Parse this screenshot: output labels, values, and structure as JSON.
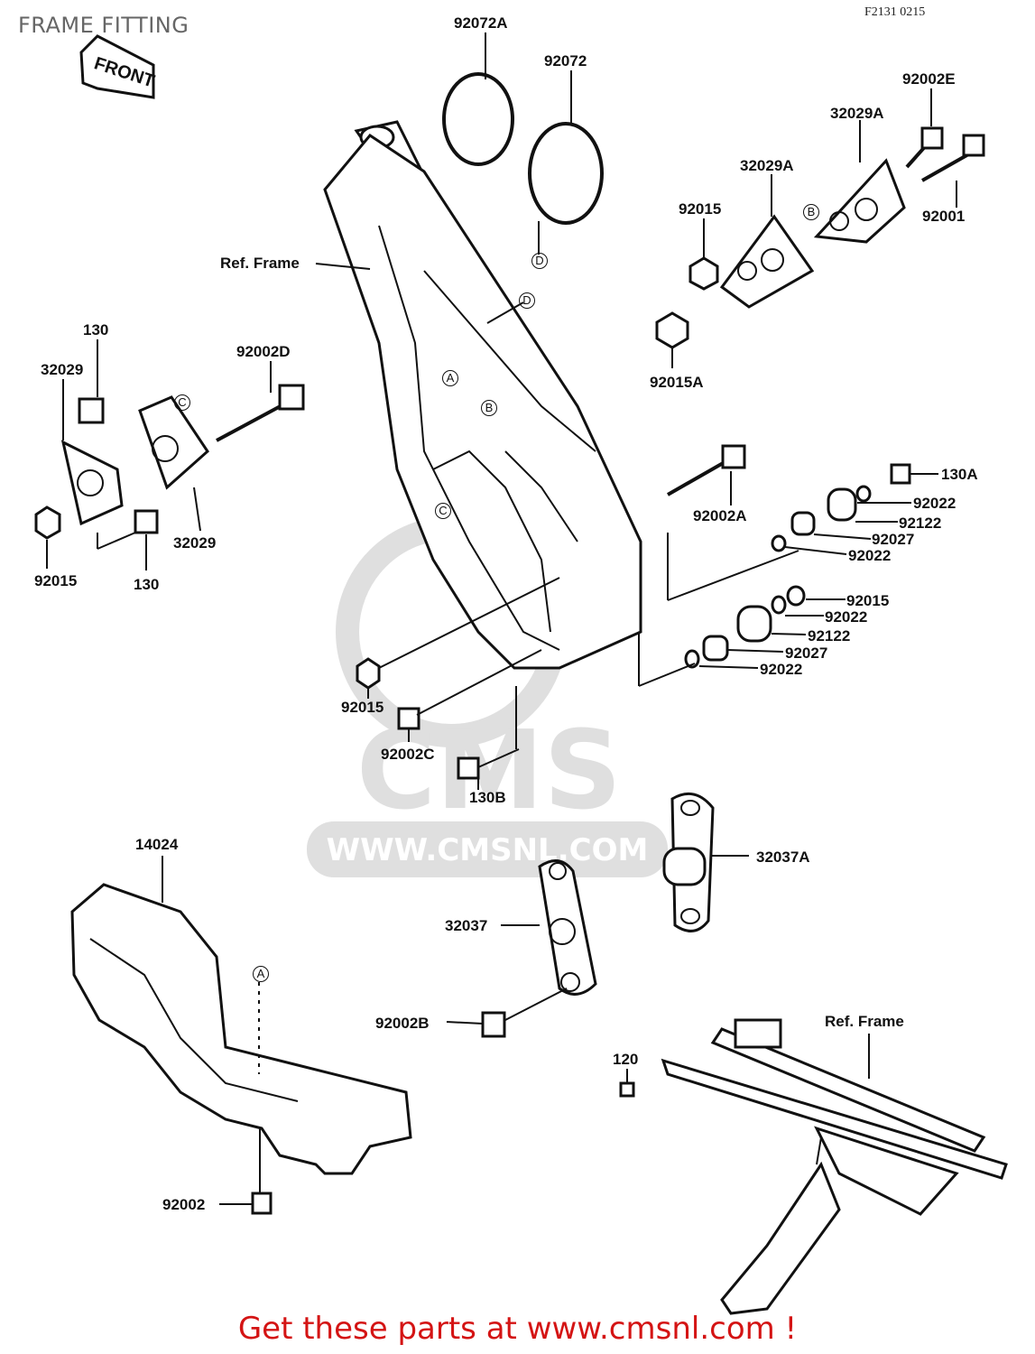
{
  "header": {
    "title": "FRAME FITTING",
    "code": "F2131 0215"
  },
  "front_label": "FRONT",
  "watermark": {
    "logo": "CMS",
    "url": "WWW.CMSNL.COM"
  },
  "labels": [
    {
      "id": "92072A",
      "text": "92072A"
    },
    {
      "id": "92072",
      "text": "92072"
    },
    {
      "id": "92002E",
      "text": "92002E"
    },
    {
      "id": "32029A_top",
      "text": "32029A"
    },
    {
      "id": "32029A_mid",
      "text": "32029A"
    },
    {
      "id": "92015_top",
      "text": "92015"
    },
    {
      "id": "92001",
      "text": "92001"
    },
    {
      "id": "D_top",
      "text": "D"
    },
    {
      "id": "D_frame",
      "text": "D"
    },
    {
      "id": "B_plate",
      "text": "B"
    },
    {
      "id": "ref_frame",
      "text": "Ref. Frame"
    },
    {
      "id": "92015A",
      "text": "92015A"
    },
    {
      "id": "130_top",
      "text": "130"
    },
    {
      "id": "32029_left",
      "text": "32029"
    },
    {
      "id": "92002D",
      "text": "92002D"
    },
    {
      "id": "C_plate",
      "text": "C"
    },
    {
      "id": "A_frame",
      "text": "A"
    },
    {
      "id": "B_frame",
      "text": "B"
    },
    {
      "id": "C_frame",
      "text": "C"
    },
    {
      "id": "92015_left",
      "text": "92015"
    },
    {
      "id": "130_bottom",
      "text": "130"
    },
    {
      "id": "32029_bottom",
      "text": "32029"
    },
    {
      "id": "130A",
      "text": "130A"
    },
    {
      "id": "92002A",
      "text": "92002A"
    },
    {
      "id": "92022_a",
      "text": "92022"
    },
    {
      "id": "92122_a",
      "text": "92122"
    },
    {
      "id": "92027_a",
      "text": "92027"
    },
    {
      "id": "92022_b",
      "text": "92022"
    },
    {
      "id": "92015_right",
      "text": "92015"
    },
    {
      "id": "92022_c",
      "text": "92022"
    },
    {
      "id": "92122_b",
      "text": "92122"
    },
    {
      "id": "92027_b",
      "text": "92027"
    },
    {
      "id": "92022_d",
      "text": "92022"
    },
    {
      "id": "92015_bottom",
      "text": "92015"
    },
    {
      "id": "92002C",
      "text": "92002C"
    },
    {
      "id": "130B",
      "text": "130B"
    },
    {
      "id": "14024",
      "text": "14024"
    },
    {
      "id": "A_guard",
      "text": "A"
    },
    {
      "id": "32037A",
      "text": "32037A"
    },
    {
      "id": "32037",
      "text": "32037"
    },
    {
      "id": "92002B",
      "text": "92002B"
    },
    {
      "id": "ref_frame_2",
      "text": "Ref. Frame"
    },
    {
      "id": "120",
      "text": "120"
    },
    {
      "id": "92002",
      "text": "92002"
    }
  ],
  "footer": {
    "prefix": "Get these parts at ",
    "link": "www.cmsnl.com",
    "suffix": " !"
  }
}
